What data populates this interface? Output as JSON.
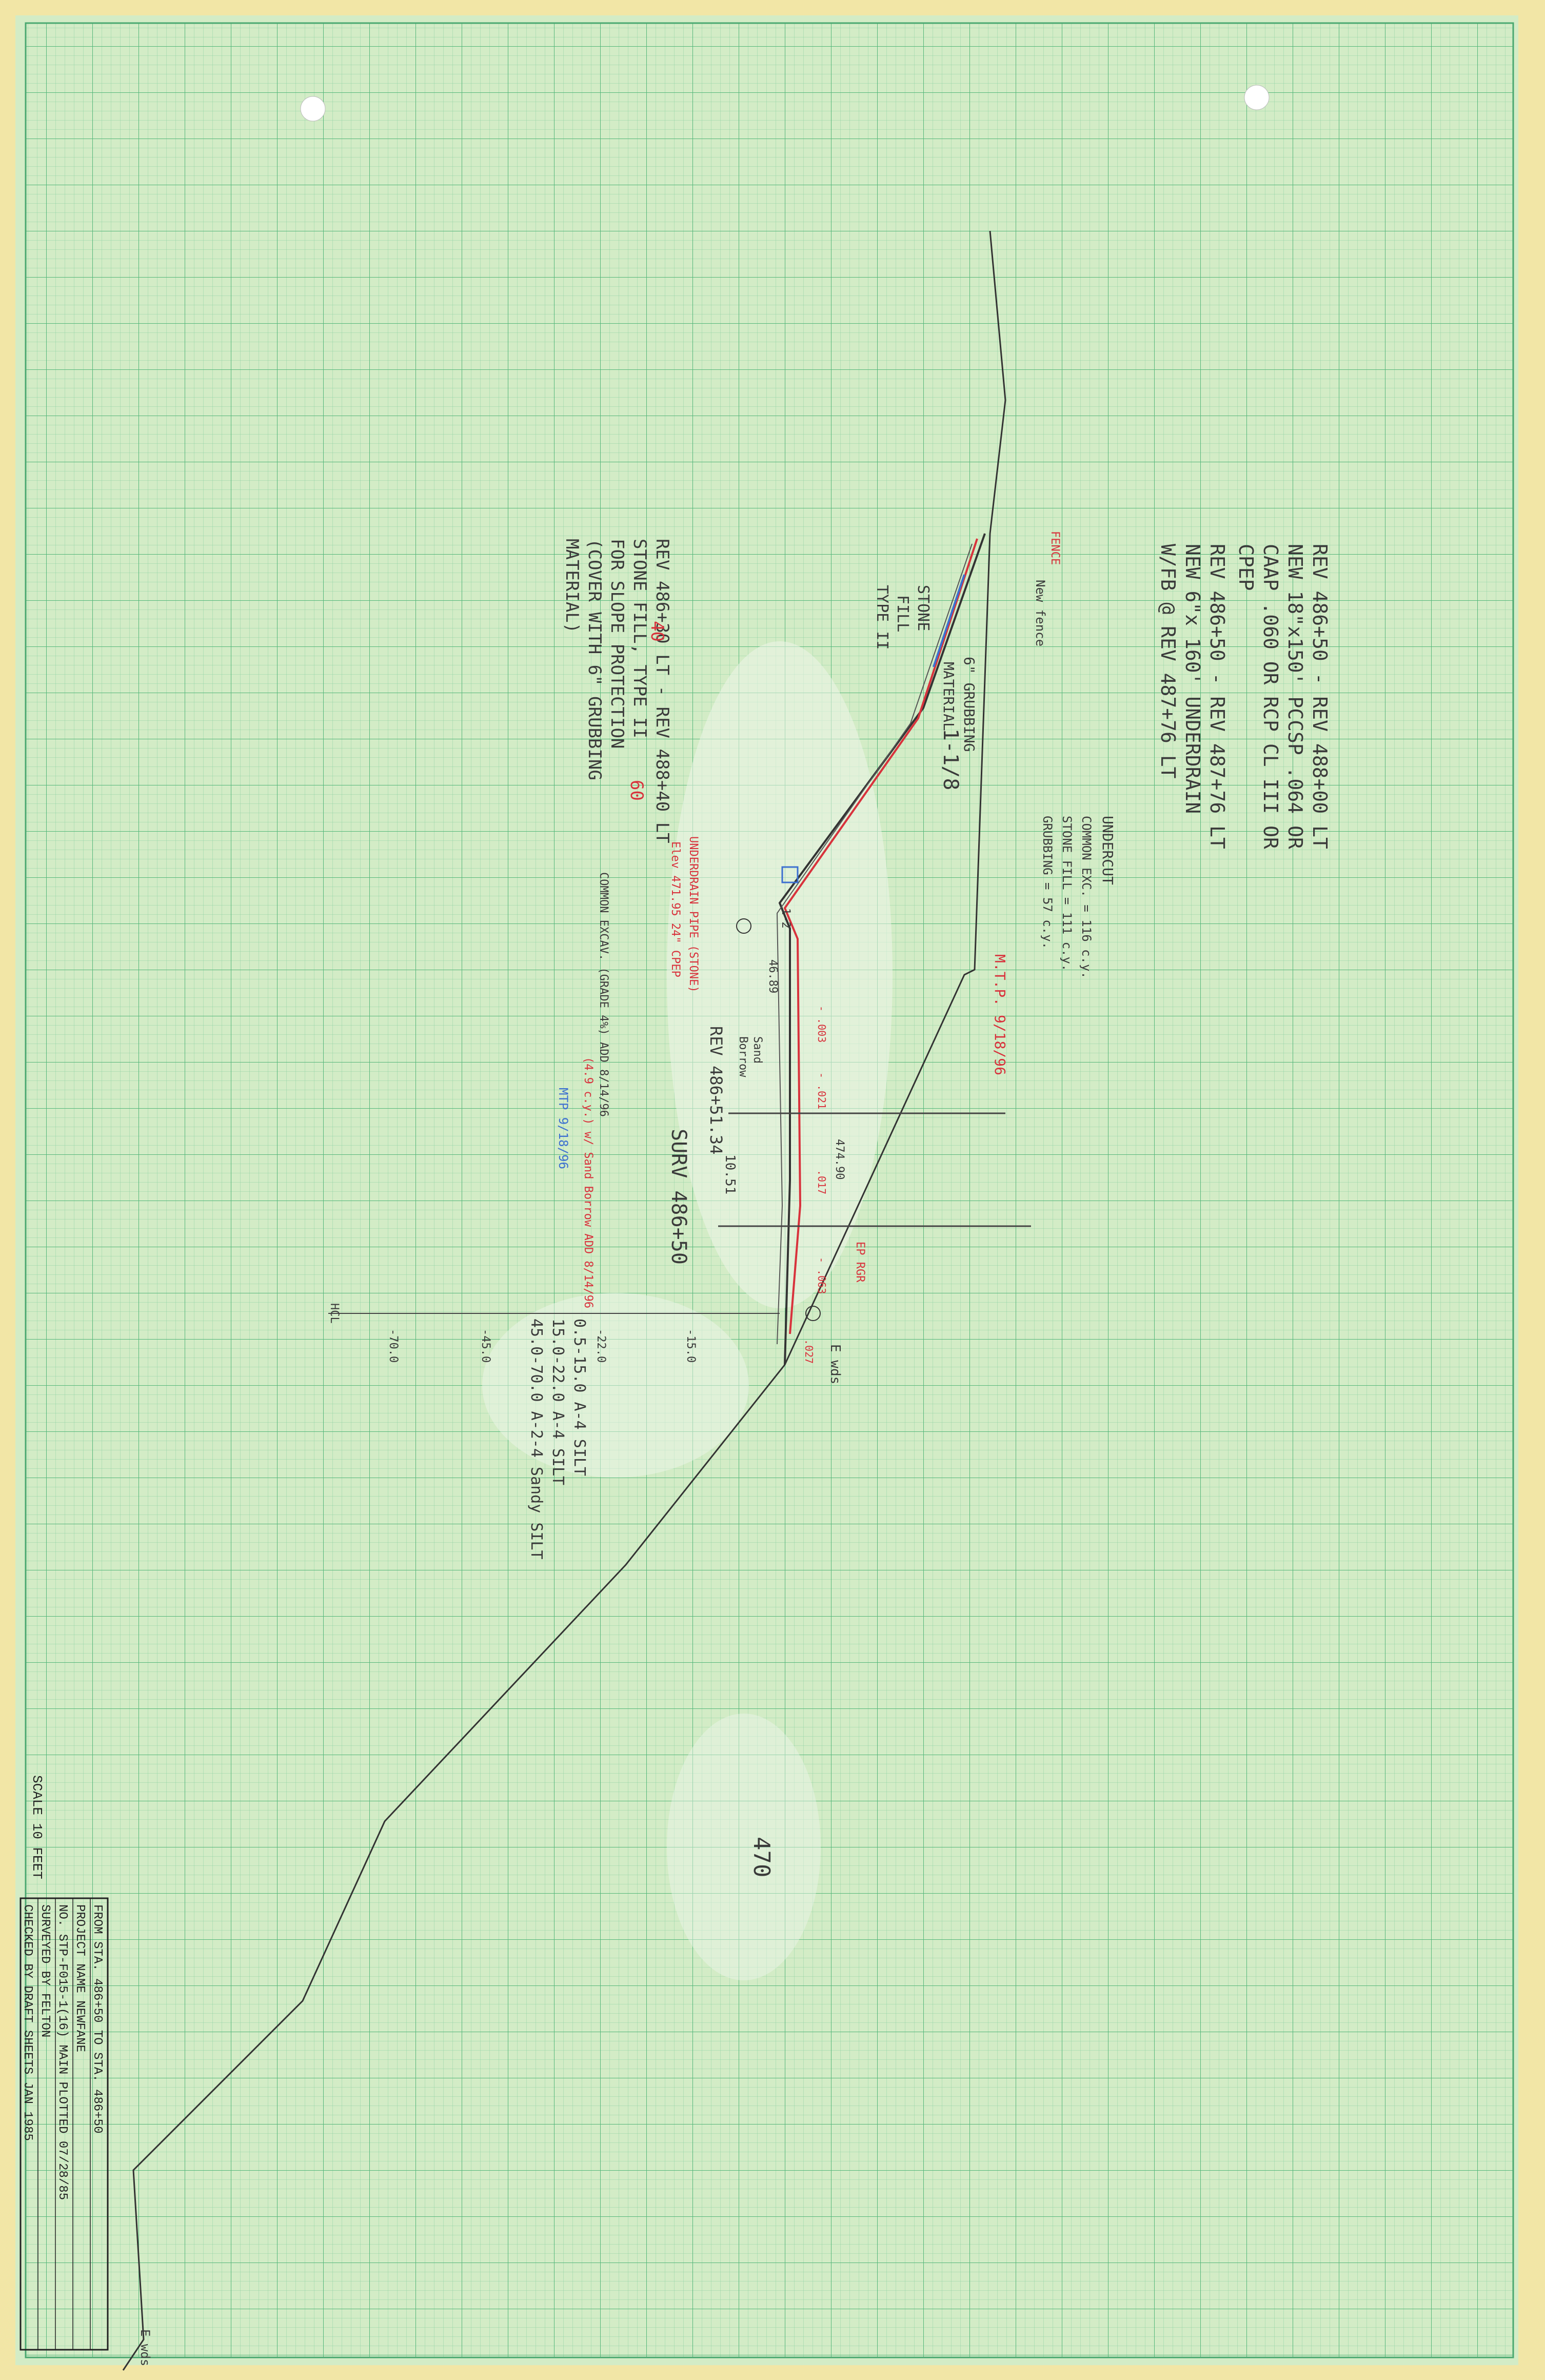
{
  "sheet": {
    "paper_color": "#d3ecc6",
    "grid_color": "#66c08a",
    "margin_color": "#f3e7a4",
    "page_number": "470"
  },
  "notes": {
    "pipe": [
      "REV 486+50 - REV 488+00 LT",
      "NEW 18\"x150' PCCSP .064 OR",
      "CAAP .060 OR RCP CL III OR",
      "CPEP"
    ],
    "underdrain": [
      "REV 486+50 - REV 487+76 LT",
      "NEW 6\"x 160' UNDERDRAIN",
      "W/FB @ REV 487+76 LT"
    ],
    "quantities": [
      "UNDERCUT",
      "COMMON EXC. = 116 c.y.",
      "STONE FILL = 111 c.y.",
      "GRUBBING = 57 c.y."
    ],
    "stone_fill": [
      "REV 486+30 LT - REV 488+40 LT",
      "STONE FILL, TYPE II",
      "FOR SLOPE PROTECTION",
      "(COVER WITH 6\" GRUBBING",
      "MATERIAL)"
    ],
    "soils": [
      "0.5-15.0  A-4 SILT",
      "15.0-22.0  A-4 SILT",
      "45.0-70.0  A-2-4 Sandy SILT"
    ],
    "common_exc": "COMMON EXCAV. (GRADE 4%) ADD 8/14/96",
    "sta_label": "SURV 486+50",
    "rev_label": "REV 486+51.34",
    "offset_label": "10.51",
    "stone_label": [
      "STONE",
      "FILL",
      "TYPE II"
    ],
    "grubbing_label": [
      "6\" GRUBBING",
      "MATERIAL"
    ],
    "slope_label": "1-1/8",
    "slope_label_2": "1-2",
    "sand_borrow": [
      "Sand",
      "Borrow"
    ],
    "elev_label": "Elev 471.95 24\" CPEP",
    "underdrain_red": "UNDERDRAIN PIPE (STONE)",
    "elev_1": "474.90",
    "elev_2": "46.89",
    "rev_a": "40",
    "rev_b": "60",
    "fence": "FENCE",
    "new_fence": "New fence",
    "ep_rgr": "EP RGR",
    "ewds": "E wds",
    "ewds_bottom": "E wds",
    "mtp_red": "M.T.P. 9/18/96",
    "mtp_blue": "MTP 9/18/96",
    "red_extra": "(4.9 c.y.) w/ Sand Borrow ADD 8/14/96",
    "hcl": "HCL",
    "axis_ticks": [
      "-15.0",
      "-22.0",
      "-45.0",
      "-70.0"
    ],
    "red_numbers": [
      "- .003",
      "- .021",
      ".017",
      "- .063",
      ".027"
    ]
  },
  "title_block": {
    "rows": [
      "FROM STA.  486+50       TO STA.  486+50",
      "PROJECT NAME  NEWFANE",
      "NO. STP-F015-1(16) MAIN        PLOTTED 07/28/85",
      "SURVEYED BY  FELTON",
      "CHECKED BY   DRAFT   SHEETS    JAN 1985"
    ],
    "scale": "SCALE  10 FEET"
  }
}
